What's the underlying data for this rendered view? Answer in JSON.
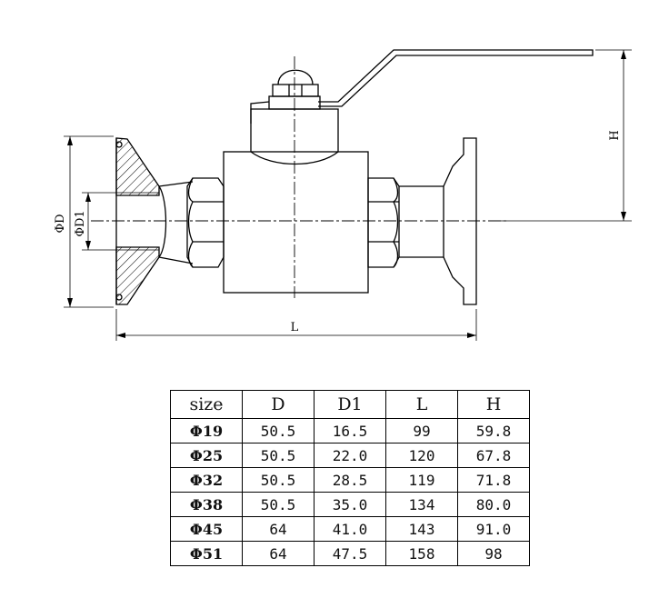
{
  "drawing": {
    "dimension_labels": {
      "D": "ΦD",
      "D1": "ΦD1",
      "L": "L",
      "H": "H"
    }
  },
  "table": {
    "headers": [
      "size",
      "D",
      "D1",
      "L",
      "H"
    ],
    "rows": [
      [
        "Φ19",
        "50.5",
        "16.5",
        "99",
        "59.8"
      ],
      [
        "Φ25",
        "50.5",
        "22.0",
        "120",
        "67.8"
      ],
      [
        "Φ32",
        "50.5",
        "28.5",
        "119",
        "71.8"
      ],
      [
        "Φ38",
        "50.5",
        "35.0",
        "134",
        "80.0"
      ],
      [
        "Φ45",
        "64",
        "41.0",
        "143",
        "91.0"
      ],
      [
        "Φ51",
        "64",
        "47.5",
        "158",
        "98"
      ]
    ]
  }
}
